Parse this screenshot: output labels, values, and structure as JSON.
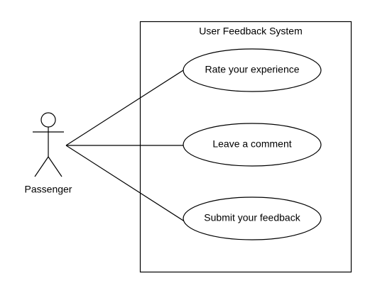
{
  "system": {
    "title": "User Feedback System"
  },
  "actor": {
    "name": "Passenger"
  },
  "use_cases": [
    {
      "label": "Rate your experience"
    },
    {
      "label": "Leave a comment"
    },
    {
      "label": "Submit your feedback"
    }
  ],
  "colors": {
    "stroke": "#000000",
    "fill": "#ffffff",
    "background": "#ffffff"
  }
}
